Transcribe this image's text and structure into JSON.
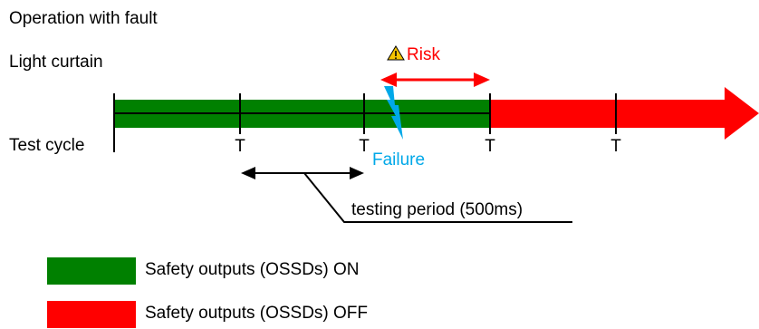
{
  "header": {
    "title": "Operation with fault",
    "row1_label": "Light curtain",
    "row2_label": "Test cycle"
  },
  "timeline": {
    "test_marker": "T",
    "risk_label": "Risk",
    "failure_label": "Failure",
    "period_label": "testing period (500ms)",
    "icons": [
      "warning-icon",
      "lightning-bolt-icon"
    ]
  },
  "legend": {
    "on_label": "Safety outputs (OSSDs) ON",
    "off_label": "Safety outputs (OSSDs) OFF"
  },
  "colors": {
    "on": "#008000",
    "off": "#ff0000",
    "failure": "#00a8e8",
    "risk": "#ff0000",
    "warning": "#f5c400"
  }
}
